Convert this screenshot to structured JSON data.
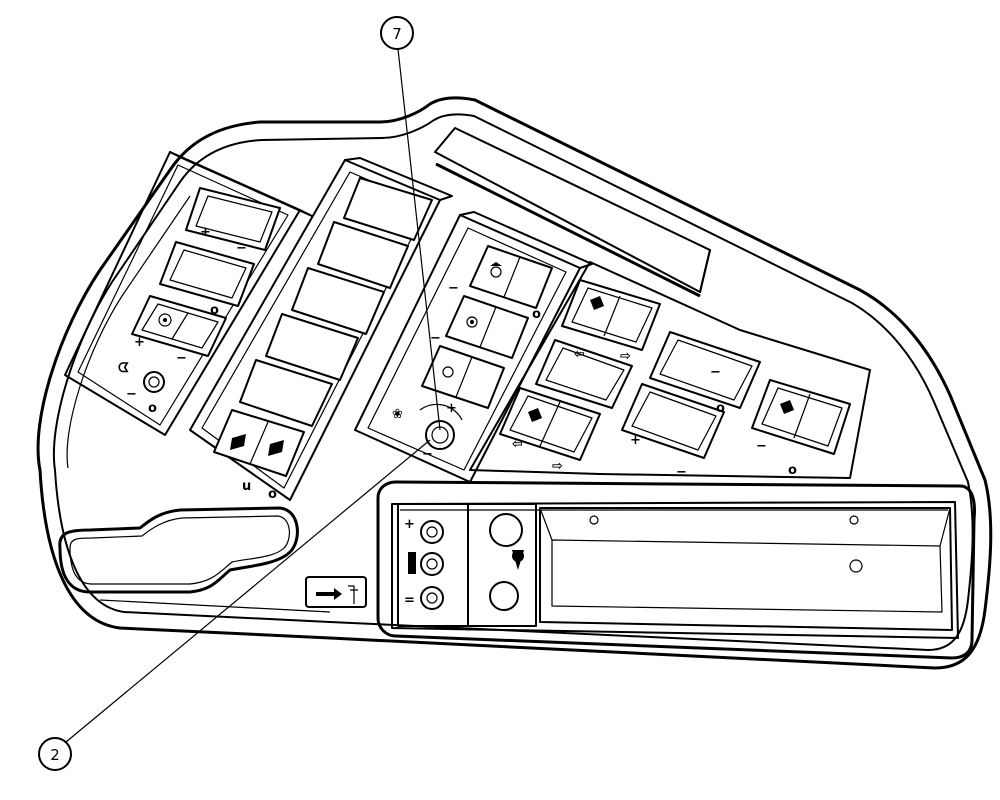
{
  "callouts": [
    {
      "label": "7"
    },
    {
      "label": "2"
    }
  ],
  "panels": {
    "left_panel": {
      "switch_icon": "hitch-control-icon",
      "knob_icon": "rotary-knob-icon"
    },
    "middle_panel": {
      "switch_icon": "front-loader-icon"
    },
    "right_panel": {
      "switch_icons": [
        "valve-1-icon",
        "valve-2-icon",
        "valve-3-icon"
      ],
      "knob_icon": "flow-control-knob-icon"
    },
    "switch_grid": {
      "switch_icons": [
        "hydraulic-top-icon",
        "hydraulic-bottom-icon",
        "hydraulic-right-icon"
      ]
    },
    "bottom_tray": {
      "sockets": [
        "socket-upper",
        "socket-middle",
        "socket-lower"
      ],
      "button_icons": [
        "power-outlet-icon",
        "warning-icon"
      ]
    },
    "label_plate": {
      "icon": "arrow-fuel-icon"
    }
  },
  "colors": {
    "line": "#000000",
    "background": "#ffffff"
  }
}
